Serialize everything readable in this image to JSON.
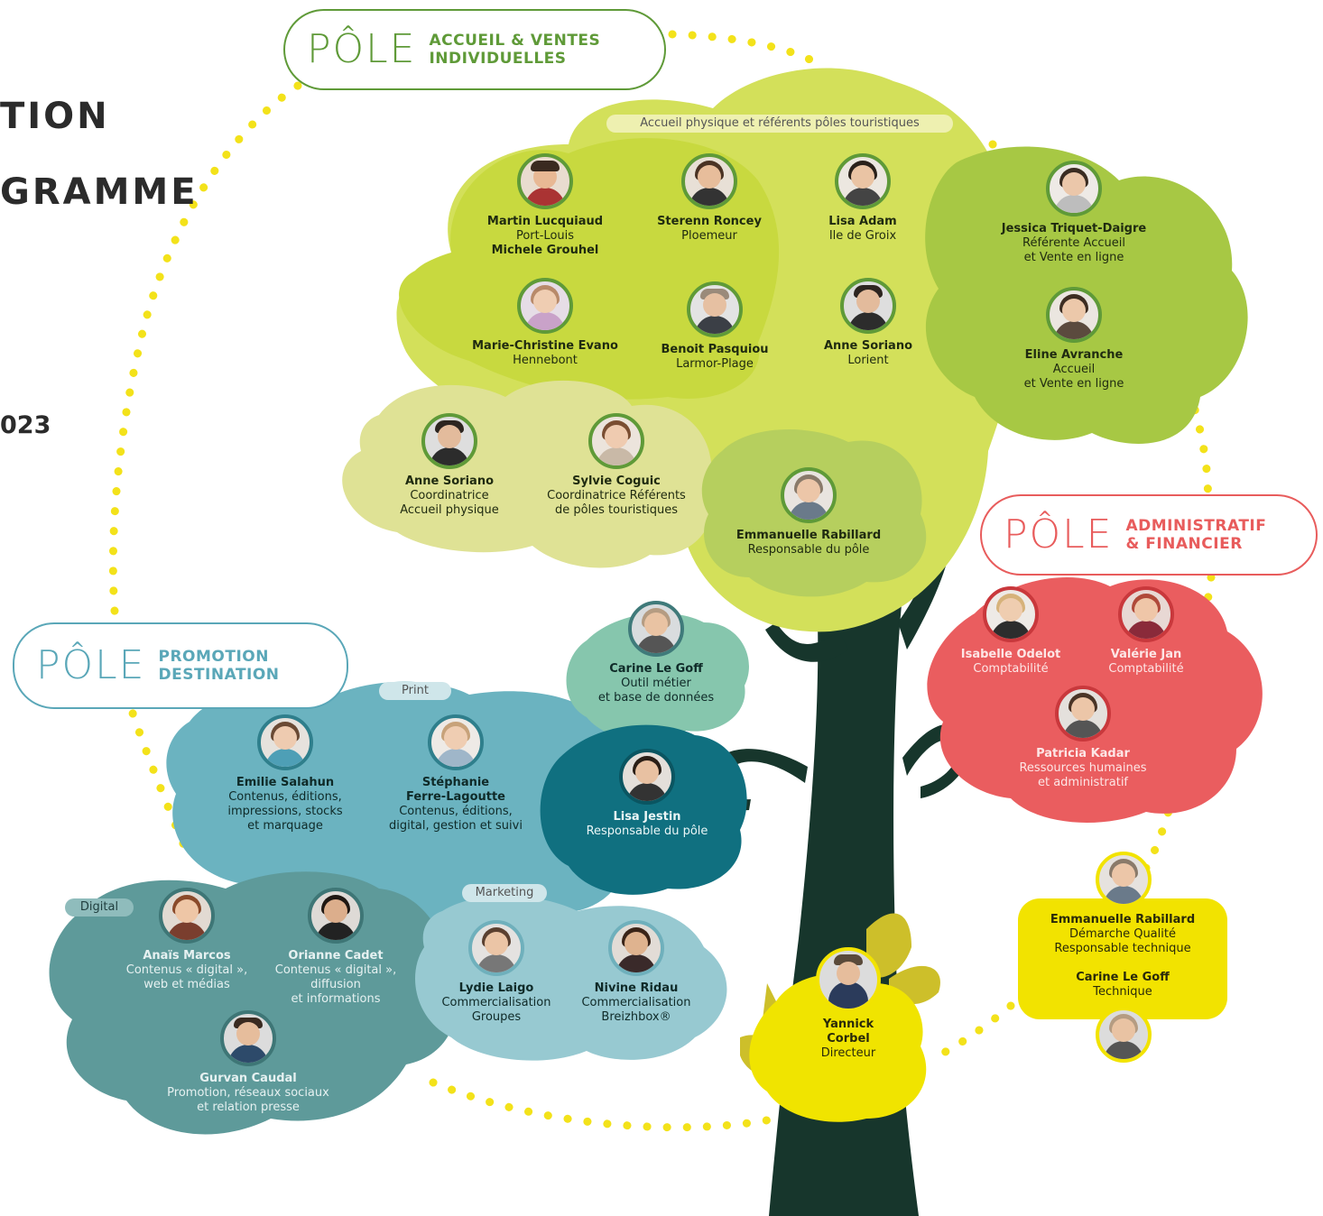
{
  "title": {
    "line1": "TION",
    "line2": "GRAMME",
    "year": "023"
  },
  "colors": {
    "accueil_accent": "#5f9a38",
    "promotion_accent": "#5aa7b8",
    "admin_accent": "#e85c5c",
    "dotted_path": "#f3e21a",
    "tree_trunk": "#17362c"
  },
  "poles": {
    "accueil": {
      "word": "PÔLE",
      "line1": "ACCUEIL & VENTES",
      "line2": "INDIVIDUELLES"
    },
    "promotion": {
      "word": "PÔLE",
      "line1": "PROMOTION",
      "line2": "DESTINATION"
    },
    "admin": {
      "word": "PÔLE",
      "line1": "ADMINISTRATIF",
      "line2": "& FINANCIER"
    }
  },
  "tags": {
    "accueil_physique": "Accueil physique et référents pôles touristiques",
    "print": "Print",
    "digital": "Digital",
    "marketing": "Marketing"
  },
  "people": {
    "martin": {
      "name": "Martin Lucquiaud",
      "role": "Port-Louis",
      "extra": "Michele Grouhel"
    },
    "sterenn": {
      "name": "Sterenn Roncey",
      "role": "Ploemeur"
    },
    "lisa_adam": {
      "name": "Lisa Adam",
      "role": "Ile de Groix"
    },
    "marie": {
      "name": "Marie-Christine Evano",
      "role": "Hennebont"
    },
    "benoit": {
      "name": "Benoit Pasquiou",
      "role": "Larmor-Plage"
    },
    "anne_lorient": {
      "name": "Anne Soriano",
      "role": "Lorient"
    },
    "jessica": {
      "name": "Jessica Triquet-Daigre",
      "role": "Référente Accueil\net Vente en ligne"
    },
    "eline": {
      "name": "Eline Avranche",
      "role": "Accueil\net Vente en ligne"
    },
    "anne_coord": {
      "name": "Anne Soriano",
      "role": "Coordinatrice\nAccueil physique"
    },
    "sylvie": {
      "name": "Sylvie Coguic",
      "role": "Coordinatrice Référents\nde pôles touristiques"
    },
    "emmanuelle_resp": {
      "name": "Emmanuelle Rabillard",
      "role": "Responsable du pôle"
    },
    "carine_outil": {
      "name": "Carine Le Goff",
      "role": "Outil métier\net base de données"
    },
    "isabelle": {
      "name": "Isabelle Odelot",
      "role": "Comptabilité"
    },
    "valerie": {
      "name": "Valérie Jan",
      "role": "Comptabilité"
    },
    "patricia": {
      "name": "Patricia Kadar",
      "role": "Ressources humaines\net administratif"
    },
    "emilie": {
      "name": "Emilie Salahun",
      "role": "Contenus, éditions,\nimpressions, stocks\net marquage"
    },
    "stephanie": {
      "name": "Stéphanie\nFerre-Lagoutte",
      "role": "Contenus, éditions,\ndigital, gestion et suivi"
    },
    "lisa_jestin": {
      "name": "Lisa Jestin",
      "role": "Responsable du pôle"
    },
    "anais": {
      "name": "Anaïs Marcos",
      "role": "Contenus « digital »,\nweb et médias"
    },
    "orianne": {
      "name": "Orianne Cadet",
      "role": "Contenus « digital »,\ndiffusion\net informations"
    },
    "gurvan": {
      "name": "Gurvan Caudal",
      "role": "Promotion, réseaux sociaux\net relation presse"
    },
    "lydie": {
      "name": "Lydie Laigo",
      "role": "Commercialisation\nGroupes"
    },
    "nivine": {
      "name": "Nivine Ridau",
      "role": "Commercialisation\nBreizhbox®"
    },
    "yannick": {
      "name": "Yannick\nCorbel",
      "role": "Directeur"
    }
  },
  "quality": {
    "name1": "Emmanuelle Rabillard",
    "role1": "Démarche Qualité\nResponsable technique",
    "name2": "Carine Le Goff",
    "role2": "Technique"
  }
}
